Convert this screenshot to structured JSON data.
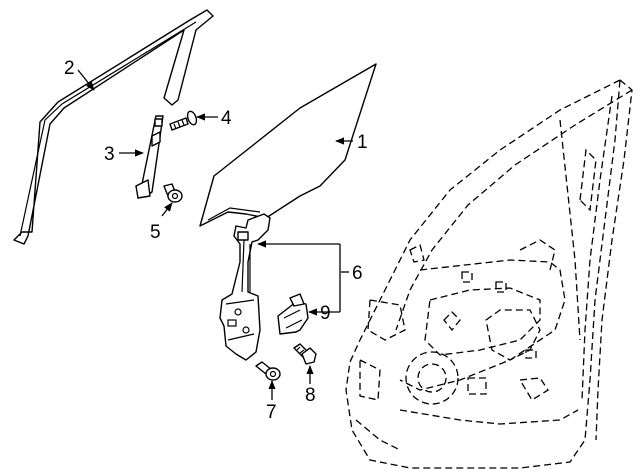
{
  "diagram": {
    "callouts": [
      {
        "id": "1",
        "label": "1"
      },
      {
        "id": "2",
        "label": "2"
      },
      {
        "id": "3",
        "label": "3"
      },
      {
        "id": "4",
        "label": "4"
      },
      {
        "id": "5",
        "label": "5"
      },
      {
        "id": "6",
        "label": "6"
      },
      {
        "id": "7",
        "label": "7"
      },
      {
        "id": "8",
        "label": "8"
      },
      {
        "id": "9",
        "label": "9"
      }
    ],
    "parts": [
      "glass-run-channel",
      "door-glass",
      "rear-guide-channel",
      "guide-bolt",
      "guide-screw",
      "window-regulator",
      "regulator-clip",
      "regulator-bolt-7",
      "regulator-bolt-8",
      "door-shell"
    ]
  }
}
